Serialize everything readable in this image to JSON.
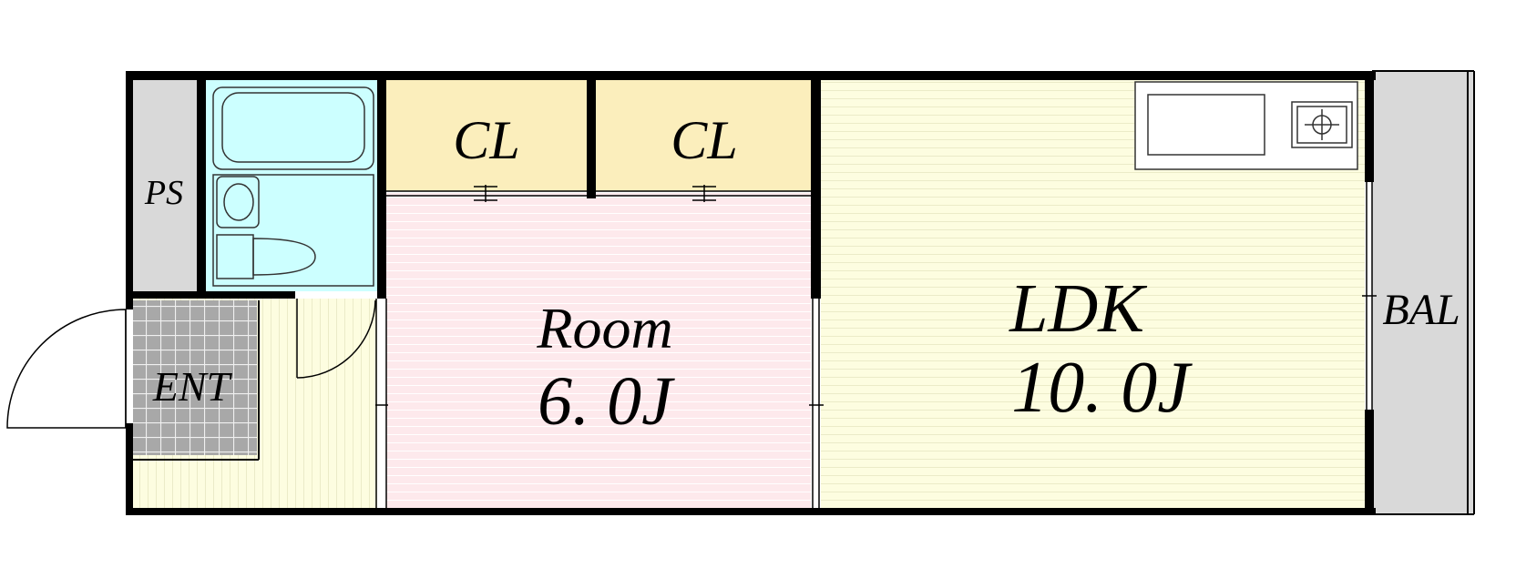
{
  "labels": {
    "ps": "PS",
    "cl_left": "CL",
    "cl_right": "CL",
    "room_name": "Room",
    "room_size": "6. 0J",
    "ldk_name": "LDK",
    "ldk_size": "10. 0J",
    "bal": "BAL",
    "ent": "ENT"
  },
  "colors": {
    "wall": "#000000",
    "ps": "#d9d9d9",
    "bath": "#ccffff",
    "closet": "#fbeebc",
    "room": "#fde9ec",
    "ldk": "#fdfde0",
    "corridor": "#fdfde0",
    "ent": "#a8a8a8",
    "bal": "#d9d9d9",
    "fixture_line": "#333333"
  }
}
